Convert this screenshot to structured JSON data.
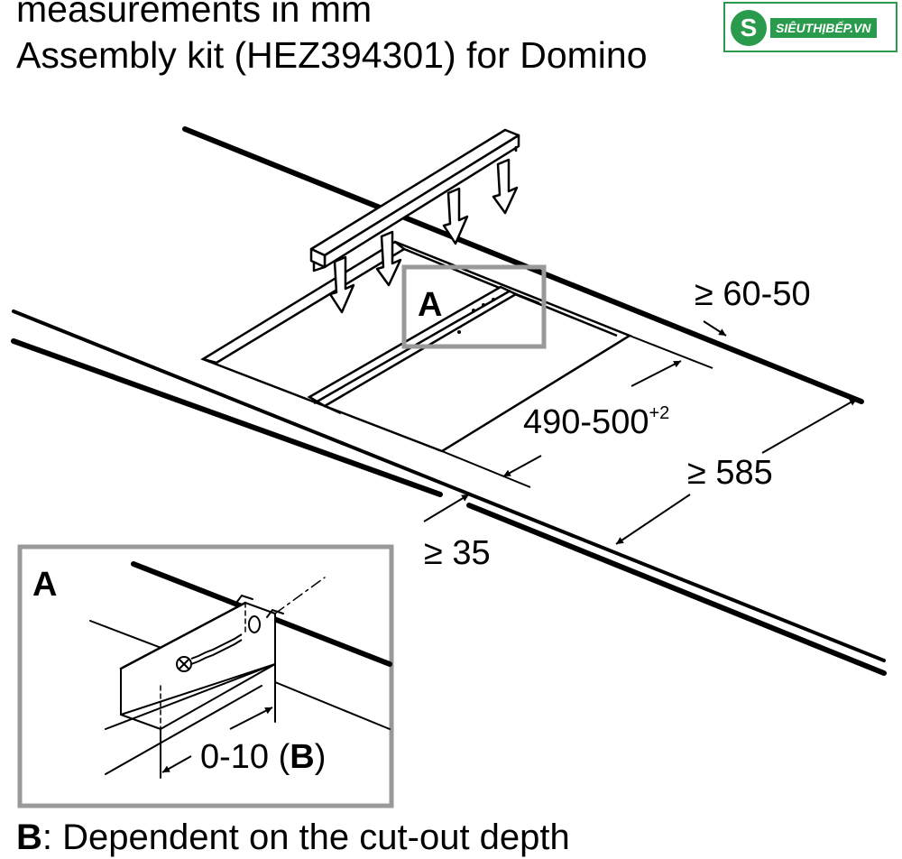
{
  "header": {
    "title_line1": "measurements in mm",
    "title_line2": "Assembly kit (HEZ394301) for Domino"
  },
  "logo": {
    "text": "SIÊUTHỊBẾP.VN",
    "mark": "S",
    "color": "#2a9a4c"
  },
  "dimensions": {
    "top_edge": "≥ 60-50",
    "cutout_width": "490-500",
    "cutout_width_tolerance": "+2",
    "depth": "≥ 585",
    "front_edge": "≥ 35"
  },
  "detail": {
    "marker_main": "A",
    "marker_inset": "A",
    "gap_value": "0-10 (",
    "gap_ref": "B",
    "gap_close": ")"
  },
  "footnote": {
    "key": "B",
    "text": ": Dependent on the cut-out depth"
  },
  "colors": {
    "line": "#000000",
    "frame": "#999999",
    "background": "#ffffff"
  }
}
